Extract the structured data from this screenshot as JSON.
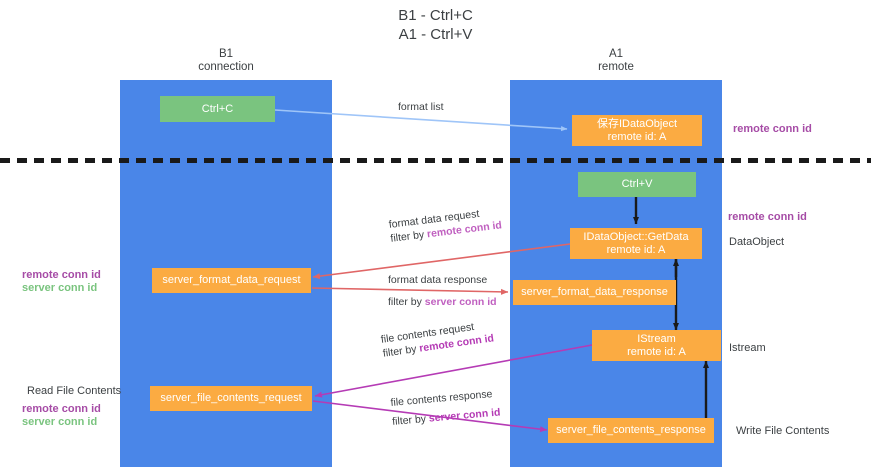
{
  "title": "B1 - Ctrl+C\nA1 - Ctrl+V",
  "colors": {
    "band": "#4a86e8",
    "green_box": "#7ac47f",
    "orange_box": "#fbab42",
    "remote_conn_id": "#a64ca6",
    "server_conn_id": "#7ac47f",
    "divider": "#1a1a1a",
    "arrow_format_list": "#9fc5f8",
    "arrow_ctrl_v": "#1a1a1a",
    "arrow_format_data": "#e06666",
    "arrow_file_contents": "#b53bb5"
  },
  "columns": [
    {
      "id": "b1",
      "title": "B1\nconnection"
    },
    {
      "id": "a1",
      "title": "A1\nremote"
    }
  ],
  "boxes": {
    "ctrl_c": {
      "label": "Ctrl+C"
    },
    "save_idataobject": {
      "label": "保存IDataObject\nremote id: A"
    },
    "ctrl_v": {
      "label": "Ctrl+V"
    },
    "idataobject_getdata": {
      "label": "IDataObject::GetData\nremote id: A"
    },
    "server_format_data_request": {
      "label": "server_format_data_request"
    },
    "server_format_data_response": {
      "label": "server_format_data_response"
    },
    "istream": {
      "label": "IStream\nremote id: A"
    },
    "server_file_contents_request": {
      "label": "server_file_contents_request"
    },
    "server_file_contents_response": {
      "label": "server_file_contents_response"
    }
  },
  "right_notes": {
    "remote_conn_id_top": "remote conn id",
    "remote_conn_id_mid": "remote conn id",
    "dataobject": "DataObject",
    "istream": "Istream",
    "write_file_contents": "Write File Contents"
  },
  "left_notes": {
    "remote_conn_id": "remote conn id",
    "server_conn_id": "server conn id",
    "read_file_contents": "Read File Contents",
    "remote_conn_id_2": "remote conn id",
    "server_conn_id_2": "server conn id"
  },
  "edges": {
    "format_list": {
      "label": "format list"
    },
    "format_data_request": {
      "line1": "format data request",
      "line2_prefix": "filter by ",
      "line2_hl": "remote conn id"
    },
    "format_data_response": {
      "line1": "format data response",
      "line2_prefix": "filter by ",
      "line2_hl": "server conn id"
    },
    "file_contents_request": {
      "line1": "file contents request",
      "line2_prefix": "filter by ",
      "line2_hl": "remote conn id"
    },
    "file_contents_response": {
      "line1": "file contents response",
      "line2_prefix": "filter by ",
      "line2_hl": "server conn id"
    }
  }
}
